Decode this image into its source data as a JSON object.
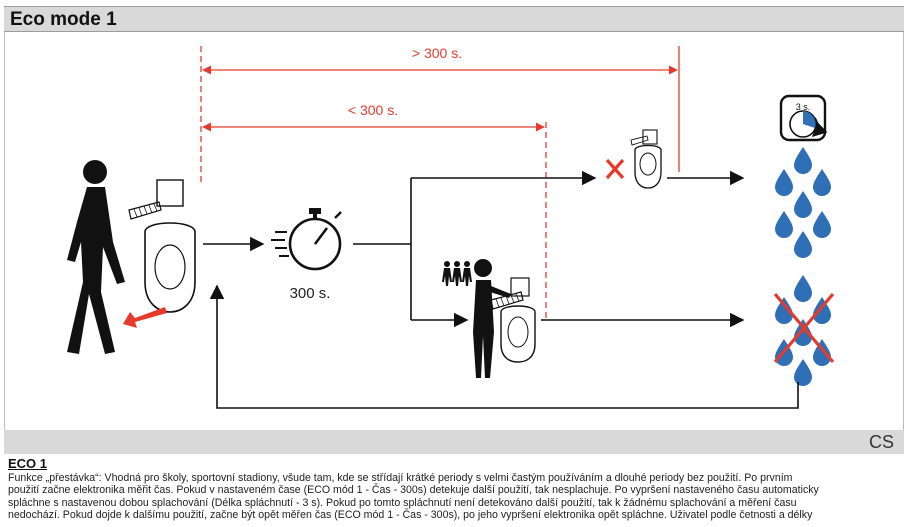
{
  "header": {
    "title": "Eco mode 1"
  },
  "timing": {
    "long_label": "> 300 s.",
    "short_label": "< 300 s.",
    "timer_label": "300 s.",
    "flush_label": "3 s."
  },
  "lang_bar": {
    "code": "CS"
  },
  "description": {
    "title": "ECO 1",
    "lines": [
      "Funkce „přestávka“: Vhodná pro školy, sportovní stadiony, všude tam, kde se střídají krátké periody s velmi častým používáním a dlouhé periody bez použití. Po prvním",
      "použití začne elektronika měřit čas. Pokud v nastaveném čase (ECO mód 1 - Čas - 300s) detekuje další použití, tak nesplachuje. Po vypršení nastaveného času automaticky",
      "spláchne s nastavenou dobou splachování (Délka spláchnutí - 3 s). Pokud po tomto spláchnutí není detekováno další použití, tak k žádnému splachování a měření času",
      "nedochází. Pokud dojde k dalšímu použití, začne být opět měřen čas (ECO mód 1 - Čas - 300s), po jeho vypršení elektronika opět spláchne. Uživatel podle četnosti a délky"
    ]
  },
  "colors": {
    "accent_red": "#e53b2c",
    "water_blue": "#2f6fb5",
    "ink": "#111111",
    "header_gray": "#d9d9d9"
  }
}
